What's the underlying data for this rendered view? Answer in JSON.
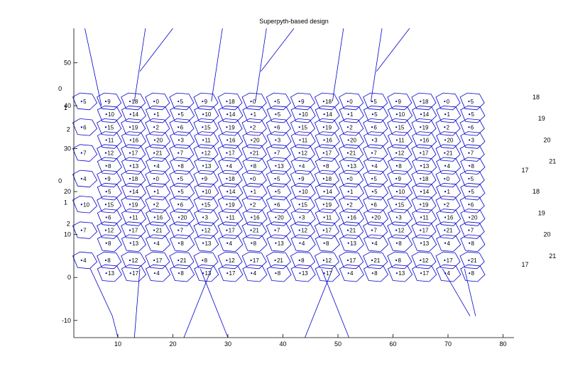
{
  "chart_data": {
    "type": "scatter",
    "title": "Superpyth-based design",
    "xlabel": "",
    "ylabel": "",
    "xlim": [
      2,
      82
    ],
    "ylim": [
      -14,
      58
    ],
    "xticks": [
      10,
      20,
      30,
      40,
      50,
      60,
      70,
      80
    ],
    "yticks": [
      -10,
      0,
      10,
      20,
      30,
      40,
      50
    ],
    "grid": false,
    "line_color": "#0000cc",
    "point_color": "#0000aa",
    "cell_rows": [
      {
        "y": 41,
        "x0": 4,
        "step": 4.4,
        "count": 17,
        "labels": [
          "5",
          "9",
          "18",
          "0",
          "5",
          "9",
          "18",
          "0",
          "5",
          "9",
          "18",
          "0",
          "5",
          "9",
          "18",
          "0",
          "5"
        ]
      },
      {
        "y": 38,
        "x0": 8.5,
        "step": 4.4,
        "count": 16,
        "labels": [
          "10",
          "14",
          "1",
          "5",
          "10",
          "14",
          "1",
          "5",
          "10",
          "14",
          "1",
          "5",
          "10",
          "14",
          "1",
          "5"
        ]
      },
      {
        "y": 35,
        "x0": 4,
        "step": 4.4,
        "count": 17,
        "labels": [
          "6",
          "15",
          "19",
          "2",
          "6",
          "15",
          "19",
          "2",
          "6",
          "15",
          "19",
          "2",
          "6",
          "15",
          "19",
          "2",
          "6"
        ]
      },
      {
        "y": 32,
        "x0": 8.5,
        "step": 4.4,
        "count": 16,
        "labels": [
          "11",
          "16",
          "20",
          "3",
          "11",
          "16",
          "20",
          "3",
          "11",
          "16",
          "20",
          "3",
          "11",
          "16",
          "20",
          "3"
        ]
      },
      {
        "y": 29,
        "x0": 4,
        "step": 4.4,
        "count": 17,
        "labels": [
          "7",
          "12",
          "17",
          "21",
          "7",
          "12",
          "17",
          "21",
          "7",
          "12",
          "17",
          "21",
          "7",
          "12",
          "17",
          "21",
          "7"
        ]
      },
      {
        "y": 26,
        "x0": 8.5,
        "step": 4.4,
        "count": 16,
        "labels": [
          "8",
          "13",
          "4",
          "8",
          "13",
          "4",
          "8",
          "13",
          "4",
          "8",
          "13",
          "4",
          "8",
          "13",
          "4",
          "8"
        ]
      },
      {
        "y": 23,
        "x0": 4,
        "step": 4.4,
        "count": 17,
        "labels": [
          "4",
          "9",
          "18",
          "0",
          "5",
          "9",
          "18",
          "0",
          "5",
          "9",
          "18",
          "0",
          "5",
          "9",
          "18",
          "0",
          "5"
        ]
      },
      {
        "y": 20,
        "x0": 8.5,
        "step": 4.4,
        "count": 16,
        "labels": [
          "5",
          "14",
          "1",
          "5",
          "10",
          "14",
          "1",
          "5",
          "10",
          "14",
          "1",
          "5",
          "10",
          "14",
          "1",
          "5"
        ]
      },
      {
        "y": 17,
        "x0": 4,
        "step": 4.4,
        "count": 17,
        "labels": [
          "10",
          "15",
          "19",
          "2",
          "6",
          "15",
          "19",
          "2",
          "6",
          "15",
          "19",
          "2",
          "6",
          "15",
          "19",
          "2",
          "6"
        ]
      },
      {
        "y": 14,
        "x0": 8.5,
        "step": 4.4,
        "count": 16,
        "labels": [
          "6",
          "11",
          "16",
          "20",
          "3",
          "11",
          "16",
          "20",
          "3",
          "11",
          "16",
          "20",
          "3",
          "11",
          "16",
          "20"
        ]
      },
      {
        "y": 11,
        "x0": 4,
        "step": 4.4,
        "count": 17,
        "labels": [
          "7",
          "12",
          "17",
          "21",
          "7",
          "12",
          "17",
          "21",
          "7",
          "12",
          "17",
          "21",
          "7",
          "12",
          "17",
          "21",
          "7"
        ]
      },
      {
        "y": 8,
        "x0": 8.5,
        "step": 4.4,
        "count": 16,
        "labels": [
          "8",
          "13",
          "4",
          "8",
          "13",
          "4",
          "8",
          "13",
          "4",
          "8",
          "13",
          "4",
          "8",
          "13",
          "4",
          "8"
        ]
      },
      {
        "y": 4,
        "x0": 4,
        "step": 4.4,
        "count": 17,
        "labels": [
          "4",
          "8",
          "12",
          "17",
          "21",
          "8",
          "12",
          "17",
          "21",
          "8",
          "12",
          "17",
          "21",
          "8",
          "12",
          "17",
          "21"
        ]
      },
      {
        "y": 1,
        "x0": 8.5,
        "step": 4.4,
        "count": 16,
        "labels": [
          "13",
          "17",
          "4",
          "8",
          "13",
          "17",
          "4",
          "8",
          "13",
          "17",
          "4",
          "8",
          "13",
          "17",
          "4",
          "8"
        ]
      }
    ],
    "outer_labels": [
      {
        "x": -0.5,
        "y": 44,
        "text": "0"
      },
      {
        "x": 0.5,
        "y": 39.5,
        "text": "1"
      },
      {
        "x": 1.0,
        "y": 34.5,
        "text": "2"
      },
      {
        "x": -0.5,
        "y": 22.5,
        "text": "0"
      },
      {
        "x": 0.5,
        "y": 17.5,
        "text": "1"
      },
      {
        "x": 1.0,
        "y": 12.5,
        "text": "2"
      },
      {
        "x": 86,
        "y": 42,
        "text": "18"
      },
      {
        "x": 87,
        "y": 37,
        "text": "19"
      },
      {
        "x": 88,
        "y": 32,
        "text": "20"
      },
      {
        "x": 89,
        "y": 27,
        "text": "21"
      },
      {
        "x": 84,
        "y": 25,
        "text": "17"
      },
      {
        "x": 86,
        "y": 20,
        "text": "18"
      },
      {
        "x": 87,
        "y": 15,
        "text": "19"
      },
      {
        "x": 88,
        "y": 10,
        "text": "20"
      },
      {
        "x": 89,
        "y": 5,
        "text": "21"
      },
      {
        "x": 84,
        "y": 3,
        "text": "17"
      }
    ],
    "long_edges": [
      [
        [
          7,
          40
        ],
        [
          4,
          58
        ]
      ],
      [
        [
          13,
          41
        ],
        [
          15,
          58
        ]
      ],
      [
        [
          14,
          48
        ],
        [
          20,
          58
        ]
      ],
      [
        [
          27,
          41
        ],
        [
          29,
          58
        ]
      ],
      [
        [
          35,
          41
        ],
        [
          37,
          58
        ]
      ],
      [
        [
          36,
          48
        ],
        [
          42,
          58
        ]
      ],
      [
        [
          49,
          41
        ],
        [
          51,
          58
        ]
      ],
      [
        [
          56,
          41
        ],
        [
          58,
          58
        ]
      ],
      [
        [
          57,
          48
        ],
        [
          63,
          58
        ]
      ],
      [
        [
          5,
          2
        ],
        [
          9,
          -9
        ],
        [
          10,
          -14
        ]
      ],
      [
        [
          14,
          2
        ],
        [
          13,
          -14
        ]
      ],
      [
        [
          25,
          2
        ],
        [
          30,
          -14
        ]
      ],
      [
        [
          27,
          2
        ],
        [
          22,
          -14
        ]
      ],
      [
        [
          47,
          2
        ],
        [
          52,
          -14
        ]
      ],
      [
        [
          49,
          2
        ],
        [
          44,
          -14
        ]
      ],
      [
        [
          69,
          2
        ],
        [
          74,
          -9
        ]
      ],
      [
        [
          73,
          2
        ],
        [
          75,
          -9
        ]
      ]
    ]
  }
}
